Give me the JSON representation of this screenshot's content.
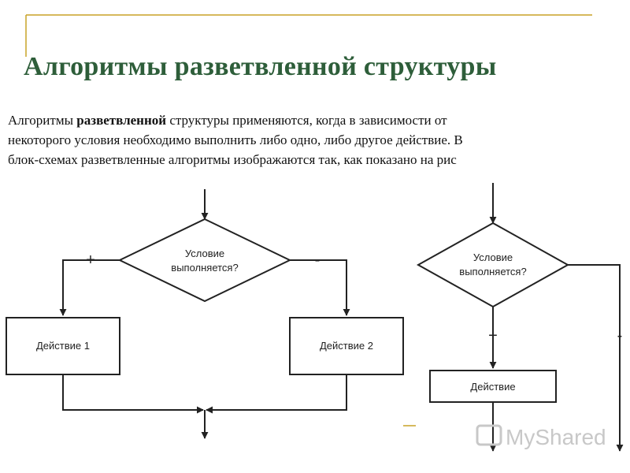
{
  "slide": {
    "title": "Алгоритмы разветвленной структуры",
    "body": {
      "line1_pre": "Алгоритмы ",
      "line1_bold": "разветвленной",
      "line1_post": " структуры применяются, когда в зависимости от",
      "line2": "некоторого условия необходимо выполнить либо одно, либо другое действие. В",
      "line3": "блок-схемах разветвленные алгоритмы изображаются так, как показано на рис"
    },
    "accent_color": "#c9a227",
    "title_color": "#2e5e3a"
  },
  "diagram_full": {
    "condition_line1": "Условие",
    "condition_line2": "выполняется?",
    "plus_label": "+",
    "minus_label": "-",
    "action_left": "Действие 1",
    "action_right": "Действие 2"
  },
  "diagram_short": {
    "condition_line1": "Условие",
    "condition_line2": "выполняется?",
    "plus_label": "+",
    "minus_label": "-",
    "action": "Действие"
  },
  "watermark": {
    "text": "MyShared"
  }
}
